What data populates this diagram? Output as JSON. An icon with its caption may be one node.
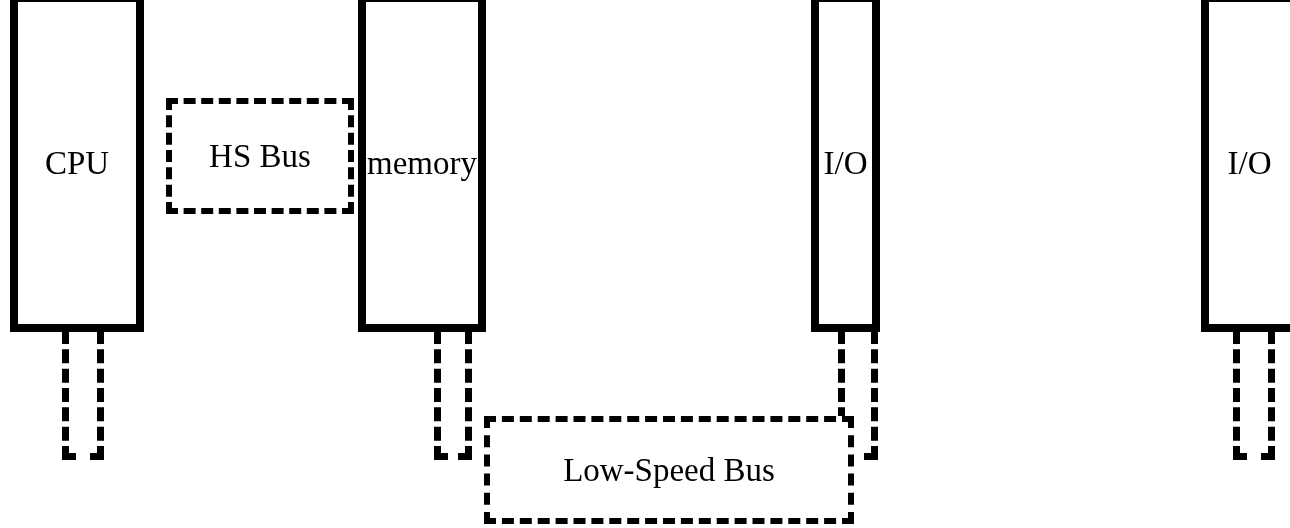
{
  "diagram": {
    "nodes": [
      {
        "text": [
          "CPU"
        ]
      },
      {
        "text": [
          "HS Bus"
        ]
      },
      {
        "text": [
          "memory"
        ]
      },
      {
        "text": [
          "I/O"
        ]
      },
      {
        "text": [
          "I/O"
        ]
      },
      {
        "text": [],
        "shape": "box"
      },
      {
        "text": [],
        "shape": "box"
      },
      {
        "text": [],
        "shape": "box"
      },
      {
        "text": [],
        "shape": "box"
      },
      {
        "text": [
          "Low-Speed Bus"
        ]
      }
    ]
  }
}
